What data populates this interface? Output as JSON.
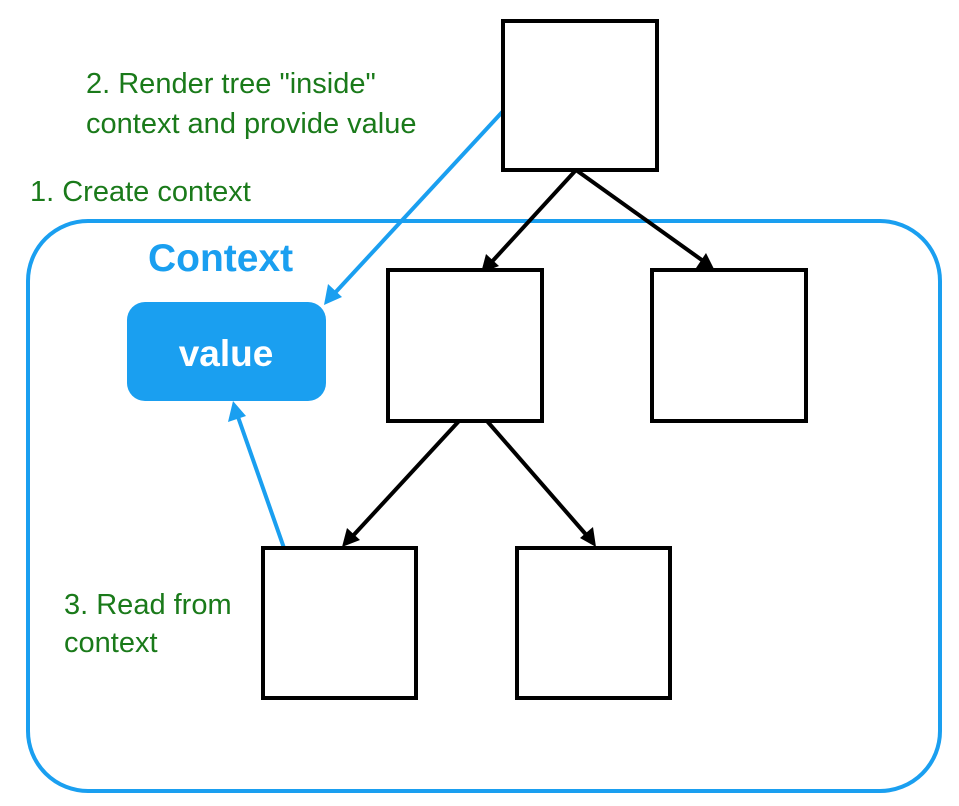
{
  "colors": {
    "context_blue": "#1a9ff0",
    "label_green": "#1a7a1a",
    "tree_black": "#000000"
  },
  "labels": {
    "step1": "1. Create context",
    "step2_line1": "2. Render tree \"inside\"",
    "step2_line2": "context and provide value",
    "step3_line1": "3. Read from",
    "step3_line2": "context"
  },
  "context": {
    "title": "Context",
    "value_label": "value"
  }
}
